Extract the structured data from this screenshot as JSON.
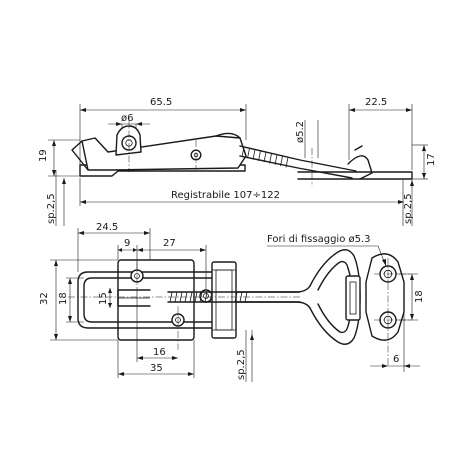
{
  "drawing": {
    "side_view": {
      "overall_length": "65.5",
      "pin_diameter": "ø6",
      "hook_to_end": "22.5",
      "rod_diameter": "ø5.2",
      "left_height": "19",
      "right_height": "17",
      "plate_thickness_left": "sp.2,5",
      "plate_thickness_right": "sp.2,5",
      "adjustable_range": "Registrabile 107÷122"
    },
    "plan_view": {
      "base_width": "24.5",
      "slot_offset": "9",
      "pivot_distance": "27",
      "overall_width": "32",
      "inner_width": "18",
      "slot_width": "15",
      "hole_spacing": "16",
      "base_length": "35",
      "plate_thickness": "sp.2,5"
    },
    "keeper_view": {
      "mounting_holes": "Fori di fissaggio ø5.3",
      "hole_spacing": "18",
      "edge_offset": "6"
    }
  }
}
